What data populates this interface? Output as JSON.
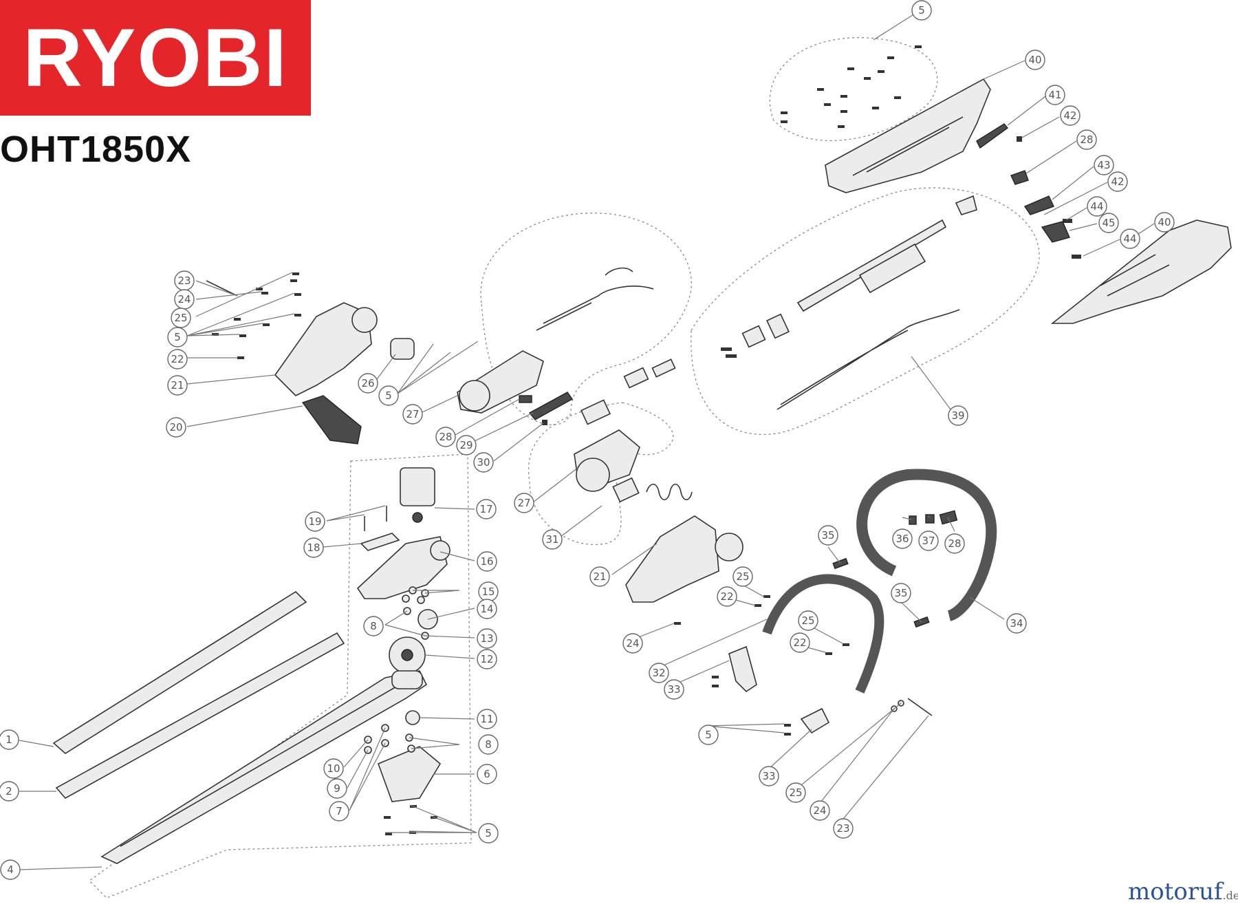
{
  "brand": "RYOBI",
  "model": "OHT1850X",
  "watermark": {
    "main": "motoruf",
    "tld": ".de"
  },
  "colors": {
    "brand_red": "#e4262b",
    "watermark_blue": "#2a52a0"
  },
  "callouts": [
    {
      "id": "c-5-top",
      "label": "5"
    },
    {
      "id": "c-40-top",
      "label": "40"
    },
    {
      "id": "c-41",
      "label": "41"
    },
    {
      "id": "c-42-a",
      "label": "42"
    },
    {
      "id": "c-28-a",
      "label": "28"
    },
    {
      "id": "c-43",
      "label": "43"
    },
    {
      "id": "c-42-b",
      "label": "42"
    },
    {
      "id": "c-44-a",
      "label": "44"
    },
    {
      "id": "c-45",
      "label": "45"
    },
    {
      "id": "c-40-b",
      "label": "40"
    },
    {
      "id": "c-44-b",
      "label": "44"
    },
    {
      "id": "c-39",
      "label": "39"
    },
    {
      "id": "c-23-a",
      "label": "23"
    },
    {
      "id": "c-24-a",
      "label": "24"
    },
    {
      "id": "c-25-a",
      "label": "25"
    },
    {
      "id": "c-5-a",
      "label": "5"
    },
    {
      "id": "c-22-a",
      "label": "22"
    },
    {
      "id": "c-21-a",
      "label": "21"
    },
    {
      "id": "c-20",
      "label": "20"
    },
    {
      "id": "c-26",
      "label": "26"
    },
    {
      "id": "c-5-b",
      "label": "5"
    },
    {
      "id": "c-27-a",
      "label": "27"
    },
    {
      "id": "c-28-b",
      "label": "28"
    },
    {
      "id": "c-29",
      "label": "29"
    },
    {
      "id": "c-30",
      "label": "30"
    },
    {
      "id": "c-27-b",
      "label": "27"
    },
    {
      "id": "c-31",
      "label": "31"
    },
    {
      "id": "c-21-b",
      "label": "21"
    },
    {
      "id": "c-17",
      "label": "17"
    },
    {
      "id": "c-19",
      "label": "19"
    },
    {
      "id": "c-18",
      "label": "18"
    },
    {
      "id": "c-16",
      "label": "16"
    },
    {
      "id": "c-15",
      "label": "15"
    },
    {
      "id": "c-14",
      "label": "14"
    },
    {
      "id": "c-8-a",
      "label": "8"
    },
    {
      "id": "c-13",
      "label": "13"
    },
    {
      "id": "c-12",
      "label": "12"
    },
    {
      "id": "c-11",
      "label": "11"
    },
    {
      "id": "c-8-b",
      "label": "8"
    },
    {
      "id": "c-6",
      "label": "6"
    },
    {
      "id": "c-10",
      "label": "10"
    },
    {
      "id": "c-9",
      "label": "9"
    },
    {
      "id": "c-7",
      "label": "7"
    },
    {
      "id": "c-5-c",
      "label": "5"
    },
    {
      "id": "c-1",
      "label": "1"
    },
    {
      "id": "c-2",
      "label": "2"
    },
    {
      "id": "c-4",
      "label": "4"
    },
    {
      "id": "c-35-a",
      "label": "35"
    },
    {
      "id": "c-36",
      "label": "36"
    },
    {
      "id": "c-37",
      "label": "37"
    },
    {
      "id": "c-28-c",
      "label": "28"
    },
    {
      "id": "c-35-b",
      "label": "35"
    },
    {
      "id": "c-34",
      "label": "34"
    },
    {
      "id": "c-25-b",
      "label": "25"
    },
    {
      "id": "c-22-b",
      "label": "22"
    },
    {
      "id": "c-25-c",
      "label": "25"
    },
    {
      "id": "c-22-c",
      "label": "22"
    },
    {
      "id": "c-24-b",
      "label": "24"
    },
    {
      "id": "c-32",
      "label": "32"
    },
    {
      "id": "c-33-a",
      "label": "33"
    },
    {
      "id": "c-5-d",
      "label": "5"
    },
    {
      "id": "c-33-b",
      "label": "33"
    },
    {
      "id": "c-25-d",
      "label": "25"
    },
    {
      "id": "c-24-c",
      "label": "24"
    },
    {
      "id": "c-23-b",
      "label": "23"
    }
  ]
}
